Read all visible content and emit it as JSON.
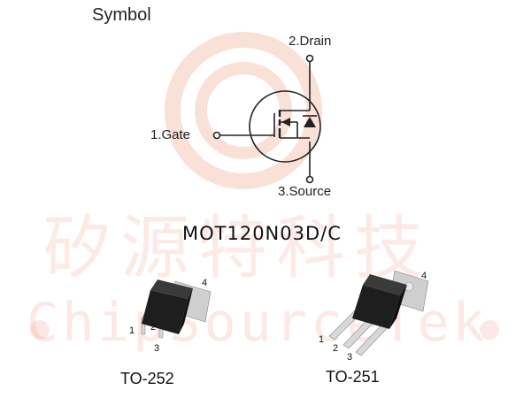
{
  "symbol": {
    "title": "Symbol",
    "drain_label": "2.Drain",
    "gate_label": "1.Gate",
    "source_label": "3.Source"
  },
  "part_number": "MOT120N03D/C",
  "watermark": {
    "chinese_text": "矽源特科技",
    "english_text": "ChipSourceTek",
    "color": "#f0a08a"
  },
  "packages": [
    {
      "name": "TO-252",
      "pins": [
        "1",
        "2",
        "3",
        "4"
      ]
    },
    {
      "name": "TO-251",
      "pins": [
        "1",
        "2",
        "3",
        "4"
      ]
    }
  ],
  "colors": {
    "line": "#222222",
    "body": "#1e1e1e",
    "tab": "#cfcfcf"
  }
}
